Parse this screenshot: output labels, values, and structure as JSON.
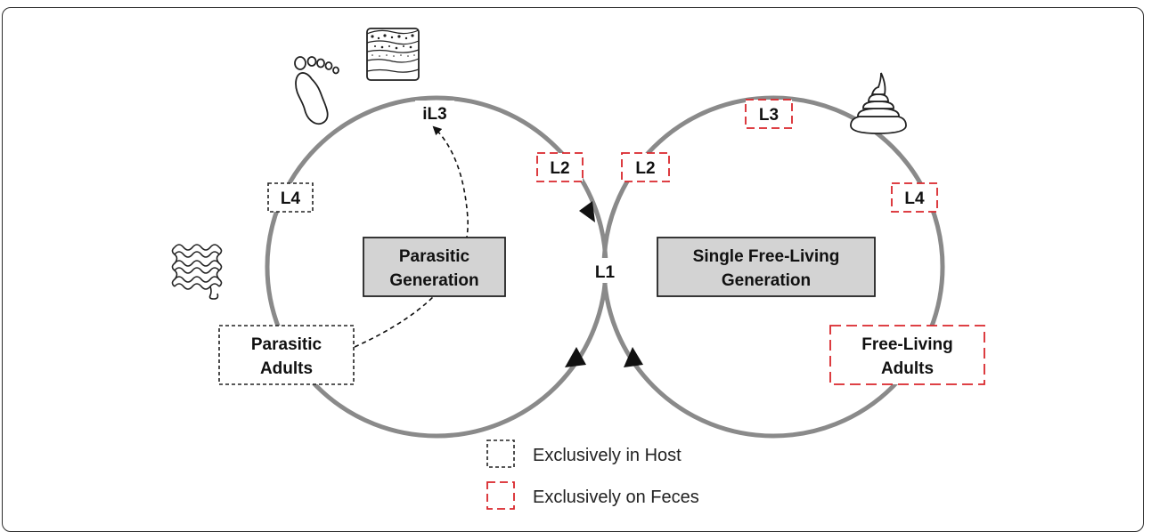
{
  "stages": {
    "iL3": "iL3",
    "L4_host": "L4",
    "L2_parasitic": "L2",
    "L1": "L1",
    "L2_free": "L2",
    "L3_free": "L3",
    "L4_free": "L4"
  },
  "generations": {
    "parasitic_line1": "Parasitic",
    "parasitic_line2": "Generation",
    "free_line1": "Single Free-Living",
    "free_line2": "Generation"
  },
  "adults": {
    "parasitic_line1": "Parasitic",
    "parasitic_line2": "Adults",
    "free_line1": "Free-Living",
    "free_line2": "Adults"
  },
  "legend": {
    "host": "Exclusively in Host",
    "feces": "Exclusively on Feces"
  },
  "icons": {
    "foot": "footprint-icon",
    "soil": "soil-layers-icon",
    "feces": "feces-icon",
    "intestine": "intestine-icon"
  },
  "colors": {
    "cycle": "#8a8a8a",
    "host_box": "#222222",
    "feces_box": "#d9262b",
    "generation_box": "#d3d3d3"
  }
}
